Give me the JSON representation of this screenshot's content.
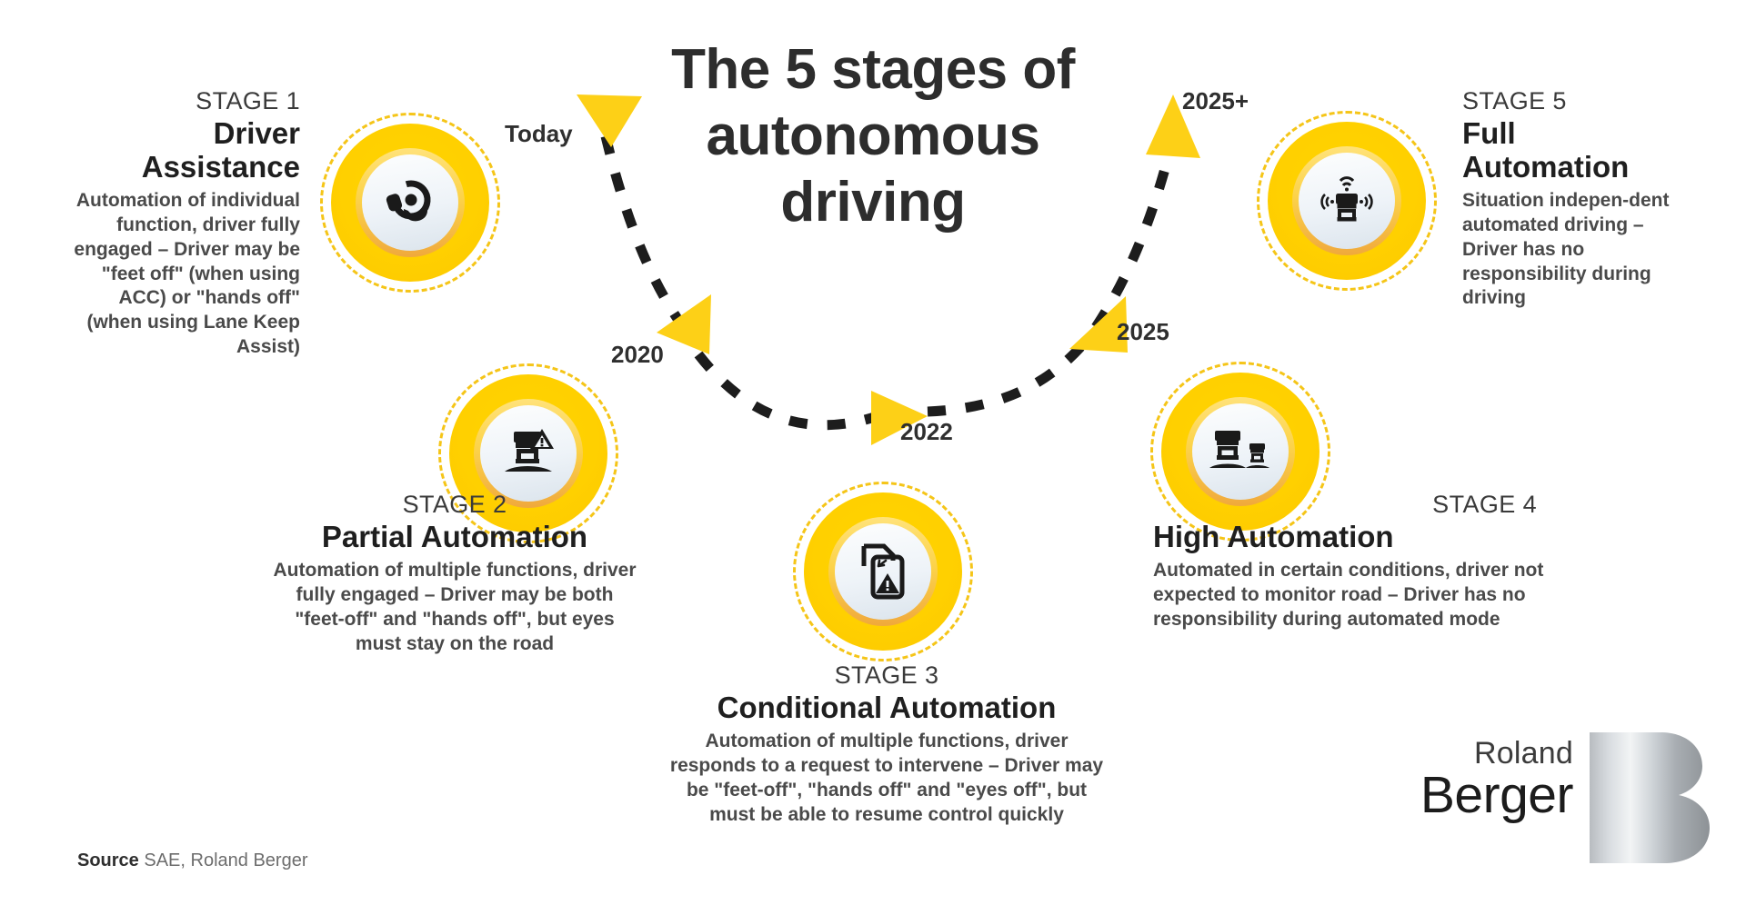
{
  "title": "The 5 stages of autonomous driving",
  "title_lines": [
    "The 5 stages of",
    "autonomous",
    "driving"
  ],
  "colors": {
    "brand_yellow": "#ffd400",
    "ring_yellow": "#f5c518",
    "marker_yellow": "#fdd017",
    "text_dark": "#2d2d2d",
    "text_body": "#4a4a4a",
    "background": "#ffffff"
  },
  "timeline": {
    "markers": [
      {
        "label": "Today",
        "icon": "triangle-down-icon"
      },
      {
        "label": "2020",
        "icon": "triangle-down-right-icon"
      },
      {
        "label": "2022",
        "icon": "triangle-right-icon"
      },
      {
        "label": "2025",
        "icon": "triangle-up-right-icon"
      },
      {
        "label": "2025+",
        "icon": "triangle-up-icon"
      }
    ],
    "path_style": "dashed-curve"
  },
  "stages": [
    {
      "kicker": "STAGE 1",
      "title": "Driver Assistance",
      "title_lines": [
        "Driver",
        "Assistance"
      ],
      "description": "Automation of individual function, driver fully engaged – Driver may be \"feet off\" (when using ACC) or \"hands off\" (when using Lane Keep Assist)",
      "icon": "steering-wheel-hands-icon"
    },
    {
      "kicker": "STAGE 2",
      "title": "Partial Automation",
      "title_lines": [
        "Partial Automation"
      ],
      "description": "Automation of multiple functions, driver fully engaged – Driver may be both \"feet-off\" and \"hands off\", but eyes must stay on the road",
      "icon": "truck-warning-icon"
    },
    {
      "kicker": "STAGE 3",
      "title": "Conditional Automation",
      "title_lines": [
        "Conditional Automation"
      ],
      "description": "Automation of multiple functions, driver responds to a request to intervene – Driver may be \"feet-off\", \"hands off\" and \"eyes off\", but must be able to resume control quickly",
      "icon": "document-warning-icon"
    },
    {
      "kicker": "STAGE 4",
      "title": "High Automation",
      "title_lines": [
        "High Automation"
      ],
      "description": "Automated in certain conditions, driver not expected to monitor road – Driver has no responsibility during automated mode",
      "icon": "two-trucks-platoon-icon"
    },
    {
      "kicker": "STAGE 5",
      "title": "Full Automation",
      "title_lines": [
        "Full",
        "Automation"
      ],
      "description": "Situation indepen-dent automated driving – Driver has no responsibility during driving",
      "icon": "connected-truck-icon"
    }
  ],
  "footer": {
    "source_label": "Source",
    "source_value": "SAE, Roland Berger"
  },
  "logo": {
    "line1": "Roland",
    "line2": "Berger",
    "mark": "B"
  }
}
